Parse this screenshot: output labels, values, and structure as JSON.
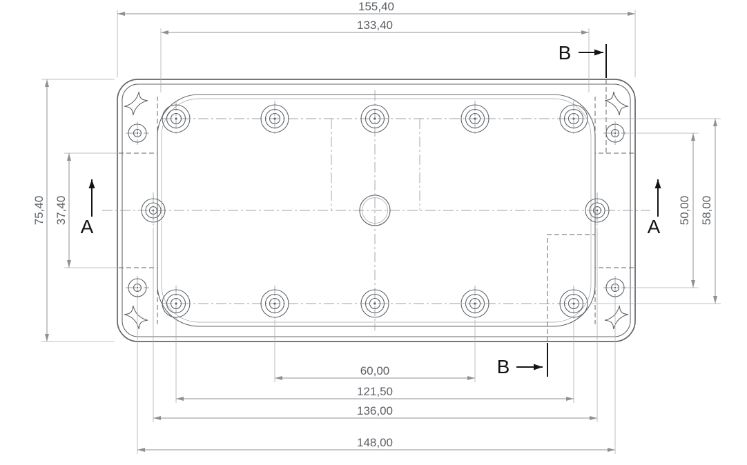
{
  "drawing": {
    "type": "technical-drawing",
    "view": "enclosure-inside-view-with-section-markers",
    "dimensions": {
      "outer_width": "155,40",
      "inner_width": "133,40",
      "outer_height": "75,40",
      "inner_height": "37,40",
      "screw_vertical_spacing": "50,00",
      "boss_vertical_spacing": "58,00",
      "boss_span_inner": "60,00",
      "boss_span_outer": "121,50",
      "side_boss_span": "136,00",
      "corner_screw_span": "148,00"
    },
    "section_markers": {
      "a_left": "A",
      "a_right": "A",
      "b_top": "B",
      "b_bottom": "B"
    },
    "colors": {
      "part_line": "#606468",
      "dim_line": "#8d9196",
      "dim_text": "#5a5e63",
      "centerline": "#9aa0a6",
      "section_text": "#141414",
      "background": "#ffffff"
    }
  }
}
